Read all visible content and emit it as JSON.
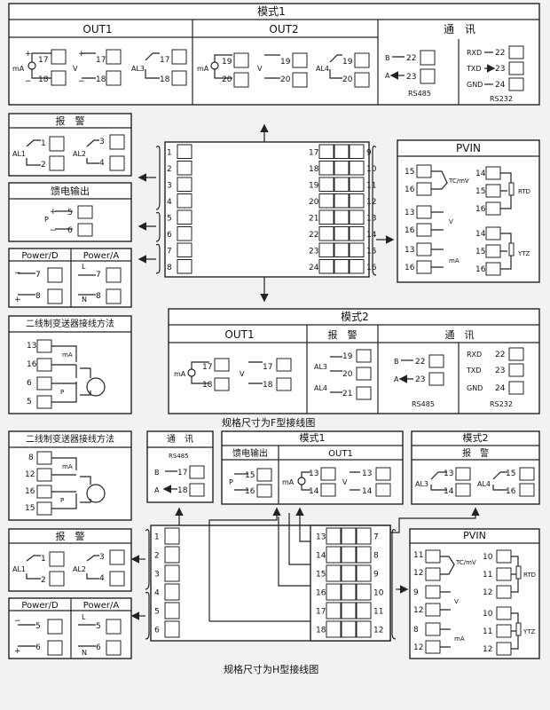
{
  "top": {
    "title": "模式1",
    "out1": "OUT1",
    "out2": "OUT2",
    "comm": "通　讯",
    "ma": "mA",
    "v": "V",
    "al3": "AL3",
    "al4": "AL4",
    "t17": "17",
    "t18": "18",
    "t19": "19",
    "t20": "20",
    "b": "B",
    "a": "A",
    "t22": "22",
    "t23": "23",
    "rs485": "RS485",
    "rxd": "RXD",
    "txd": "TXD",
    "gnd": "GND",
    "t24": "24",
    "rs232": "RS232"
  },
  "alarm": {
    "title": "报　警",
    "al1": "AL1",
    "al2": "AL2",
    "n1": "1",
    "n2": "2",
    "n3": "3",
    "n4": "4"
  },
  "feed": {
    "title": "馈电输出",
    "p": "P",
    "n5": "5",
    "n6": "6"
  },
  "power": {
    "d": "Power/D",
    "a": "Power/A",
    "n7": "7",
    "n8": "8",
    "l": "L",
    "n": "N"
  },
  "two_wire": {
    "title": "二线制变送器接线方法",
    "n13": "13",
    "n16": "16",
    "n6": "6",
    "n5": "5",
    "ma": "mA",
    "p": "P"
  },
  "main_f": {
    "left": [
      "1",
      "2",
      "3",
      "4",
      "5",
      "6",
      "7",
      "8"
    ],
    "mid": [
      "17",
      "18",
      "19",
      "20",
      "21",
      "22",
      "23",
      "24"
    ],
    "right": [
      "9",
      "10",
      "11",
      "12",
      "13",
      "14",
      "15",
      "16"
    ]
  },
  "pvin": {
    "title": "PVIN",
    "tc": "TC/mV",
    "v": "V",
    "ma": "mA",
    "rtd": "RTD",
    "ytz": "YTZ",
    "n13": "13",
    "n14": "14",
    "n15": "15",
    "n16": "16"
  },
  "mode2": {
    "title": "模式2",
    "out1": "OUT1",
    "alarm": "报　警",
    "comm": "通　讯",
    "ma": "mA",
    "v": "V",
    "al3": "AL3",
    "al4": "AL4",
    "n17": "17",
    "n18": "18",
    "n19": "19",
    "n20": "20",
    "n21": "21",
    "b": "B",
    "a": "A",
    "n22": "22",
    "n23": "23",
    "n24": "24",
    "rs485": "RS485",
    "rxd": "RXD",
    "txd": "TXD",
    "gnd": "GND",
    "rs232": "RS232"
  },
  "caption_f": "规格尺寸为F型接线图",
  "section2": {
    "two_wire": "二线制变送器接线方法",
    "n8": "8",
    "n12": "12",
    "n16": "16",
    "n15": "15",
    "ma": "mA",
    "p": "P",
    "comm": "通　讯",
    "rs485": "RS485",
    "b": "B",
    "a": "A",
    "n17": "17",
    "n18": "18",
    "mode1": "模式1",
    "feed": "馈电输出",
    "out1": "OUT1",
    "n13": "13",
    "n14": "14",
    "n15b": "15",
    "mode2": "模式2",
    "alarm": "报　警",
    "al3": "AL3",
    "al4": "AL4",
    "n16b": "16",
    "alarm2": "报　警",
    "al1": "AL1",
    "al2": "AL2",
    "n1": "1",
    "n2": "2",
    "n3": "3",
    "n4": "4",
    "pd": "Power/D",
    "pa": "Power/A",
    "n5": "5",
    "n6": "6",
    "l": "L",
    "nn": "N",
    "left": [
      "1",
      "2",
      "3",
      "4",
      "5",
      "6"
    ],
    "mid": [
      "13",
      "14",
      "15",
      "16",
      "17",
      "18"
    ],
    "right": [
      "7",
      "8",
      "9",
      "10",
      "11",
      "12"
    ],
    "pvin": "PVIN",
    "tc": "TC/mV",
    "v": "V",
    "mma": "mA",
    "rtd": "RTD",
    "ytz": "YTZ",
    "p9": "9",
    "p10": "10",
    "p11": "11",
    "p12": "12",
    "p8": "8",
    "pp": "P",
    "mav": "V"
  },
  "caption_h": "规格尺寸为H型接线图"
}
